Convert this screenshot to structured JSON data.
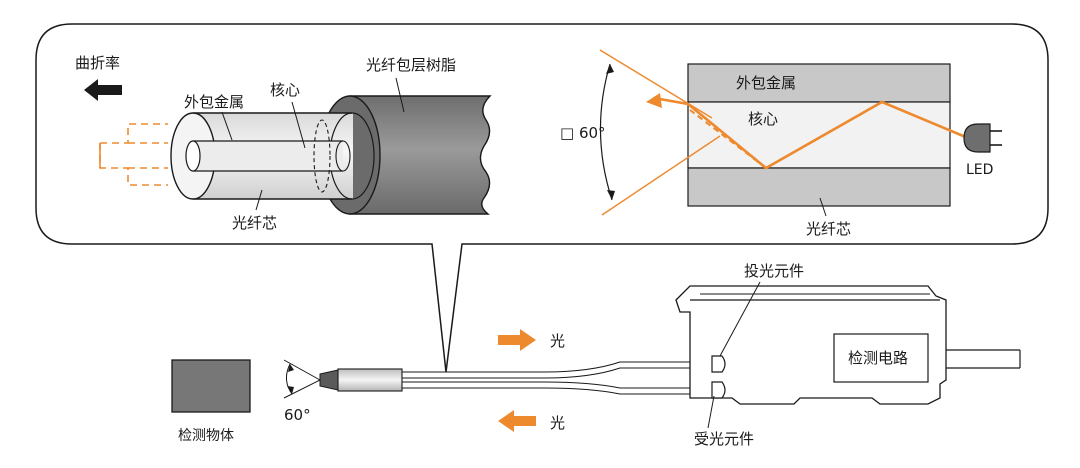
{
  "labels": {
    "bend_rate": "曲折率",
    "outer_metal_left": "外包金属",
    "core_left": "核心",
    "cladding_resin": "光纤包层树脂",
    "fiber_core_left": "光纤芯",
    "angle_top": "□ 60°",
    "outer_metal_right": "外包金属",
    "core_right": "核心",
    "led": "LED",
    "fiber_core_right": "光纤芯",
    "emitter": "投光元件",
    "detect_circuit": "检测电路",
    "light_out": "光",
    "light_in": "光",
    "receiver": "受光元件",
    "angle_bottom": "60°",
    "detected_object": "检测物体"
  },
  "colors": {
    "orange": "#EE8A2E",
    "gray_dark": "#777777",
    "gray_band": "#C8C8C8",
    "core_fill": "#F2F2F2",
    "object_fill": "#777777"
  }
}
